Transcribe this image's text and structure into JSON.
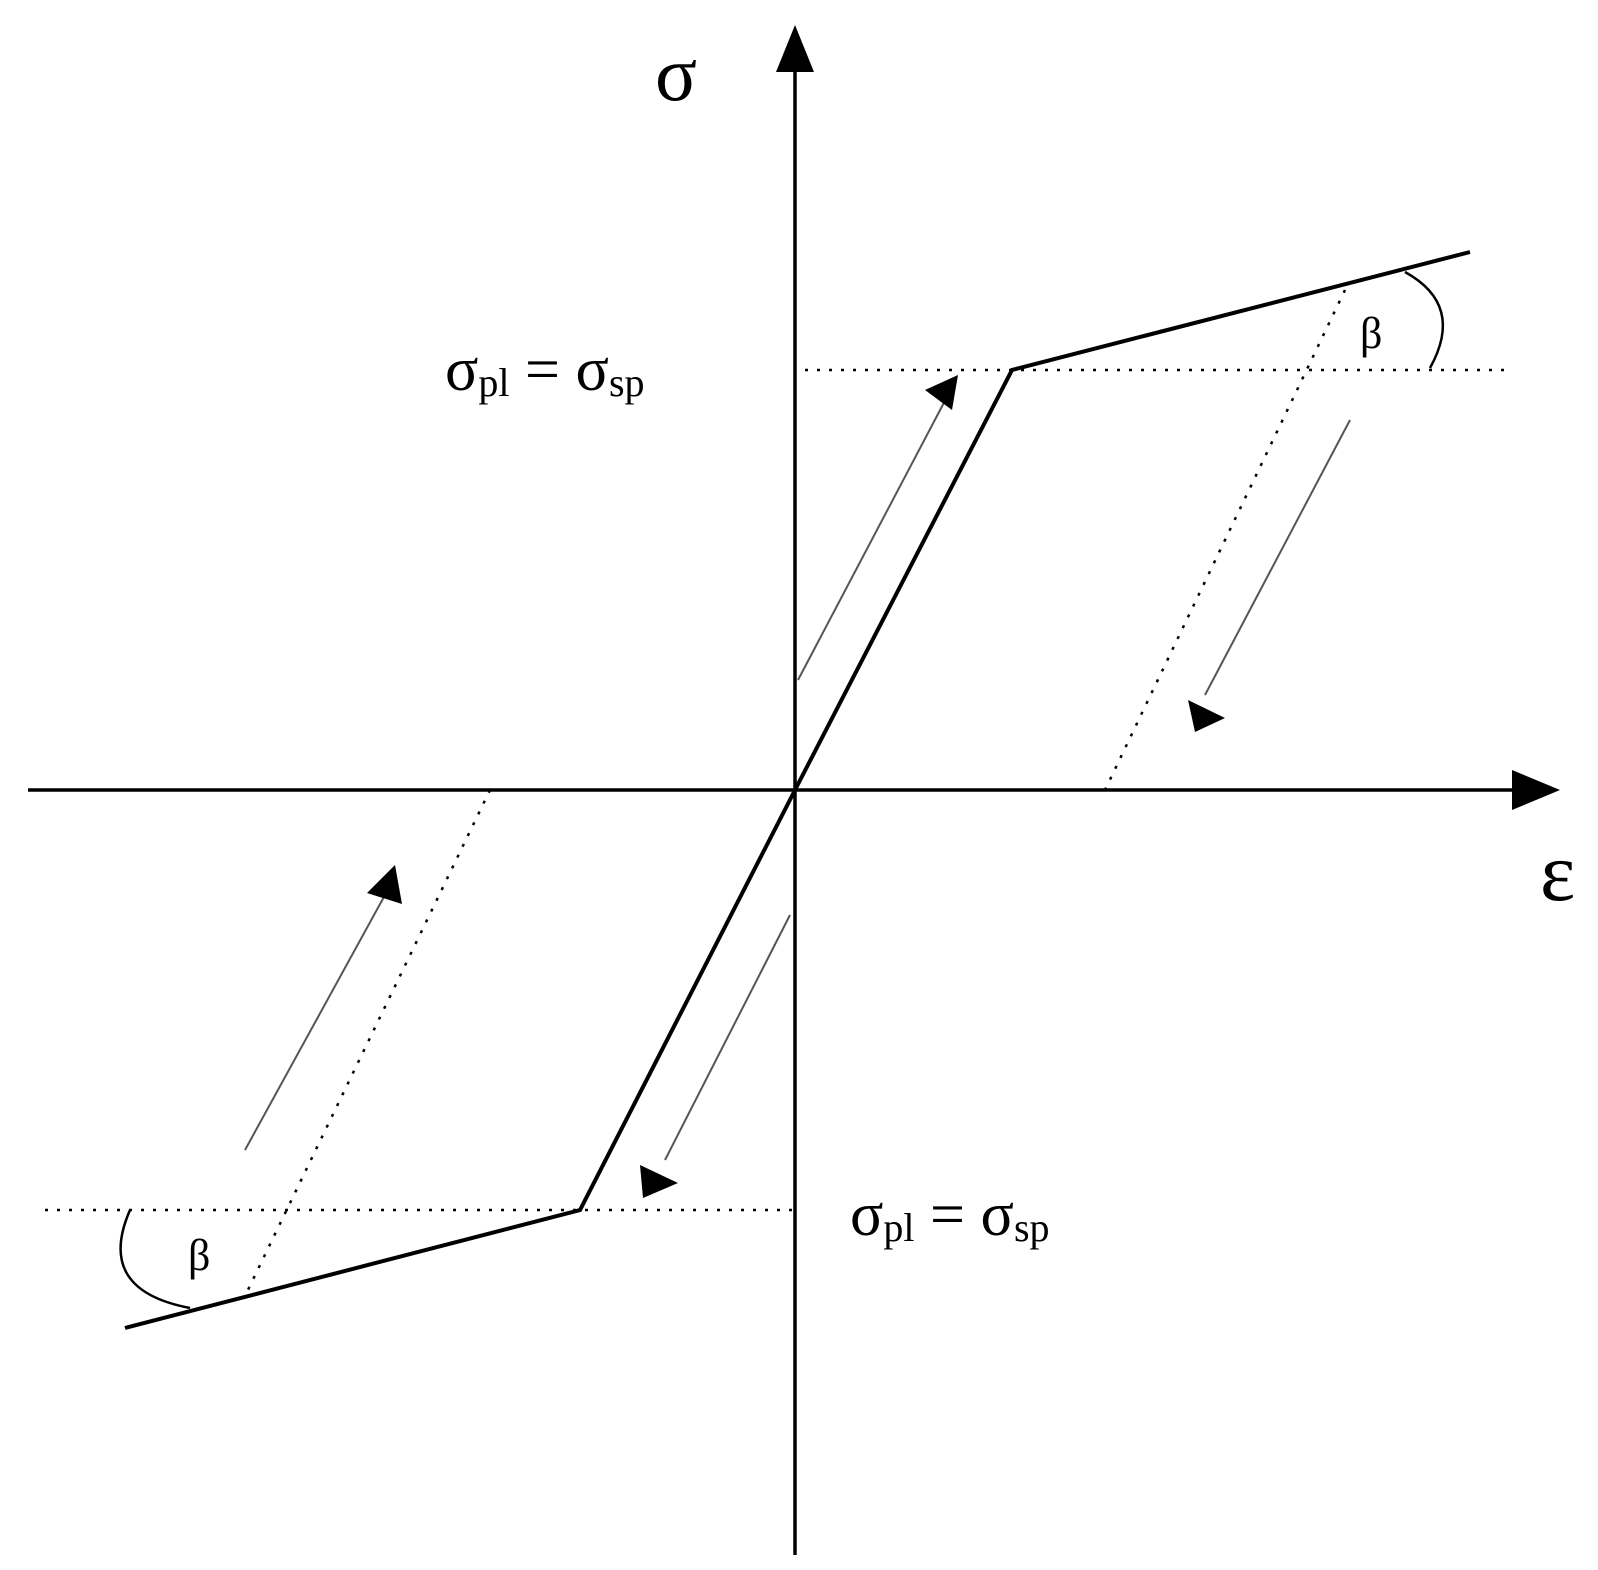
{
  "axes": {
    "y_label": "σ",
    "x_label": "ε"
  },
  "labels": {
    "top": {
      "sym1": "σ",
      "sub1": "pl",
      "eq": " = ",
      "sym2": "σ",
      "sub2": "sp"
    },
    "bottom": {
      "sym1": "σ",
      "sub1": "pl",
      "eq": " = ",
      "sym2": "σ",
      "sub2": "sp"
    }
  },
  "angles": {
    "top": "β",
    "bottom": "β"
  },
  "colors": {
    "line": "#000000",
    "thin_arrow": "#555555"
  }
}
